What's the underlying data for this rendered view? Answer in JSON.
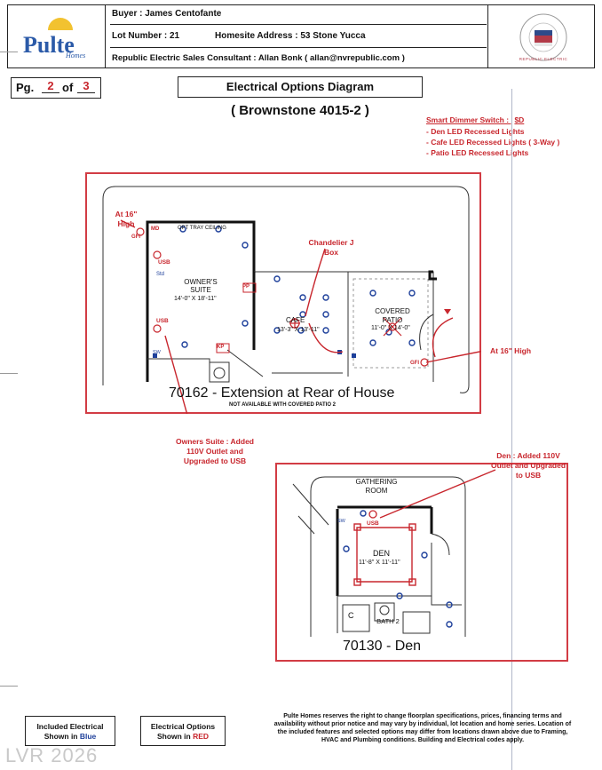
{
  "header": {
    "logo_text": "Pulte",
    "logo_sub": "Homes",
    "buyer": "Buyer : James Centofante",
    "lot_number": "Lot Number :  21",
    "homesite_address": "Homesite Address : 53 Stone Yucca",
    "consultant": "Republic Electric Sales Consultant : Allan Bonk  ( allan@nvrepublic.com )",
    "seal_text": "REPUBLIC ELECTRIC"
  },
  "page": {
    "pg_label": "Pg.",
    "pg_current": "2",
    "pg_of": "of",
    "pg_total": "3",
    "title": "Electrical Options Diagram",
    "subtitle": "( Brownstone 4015-2 )"
  },
  "notes": {
    "dimmer_title": "Smart Dimmer Switch :",
    "dimmer_symbol": "$D",
    "dimmer_items": [
      "- Den LED Recessed Lights",
      "- Cafe LED Recessed Lights ( 3-Way )",
      "- Patio LED Recessed Lights"
    ]
  },
  "plan1": {
    "caption": "70162 - Extension at Rear of House",
    "caption_note": "NOT AVAILABLE WITH COVERED PATIO 2",
    "at16_left": "At 16\" High",
    "at16_right": "At 16\" High",
    "chandelier": "Chandelier J Box",
    "owners_room": "OWNER'S SUITE",
    "owners_dim": "14'-0\" X 18'-11\"",
    "tray_ceiling": "OPT TRAY CEILING",
    "cafe_room": "CAFE",
    "cafe_dim": "13'-3\" X 13'-11\"",
    "patio_room": "COVERED PATIO",
    "patio_dim": "11'-0\" X 14'-0\"",
    "owners_note": "Owners Suite : Added 110V Outlet and Upgraded to USB",
    "usb1": "USB",
    "usb2": "USB",
    "gfi": "GFI",
    "gfi2": "GFI",
    "pp": "PP",
    "kp": "KP",
    "md": "MD",
    "sw": "SW",
    "std": "Std"
  },
  "plan2": {
    "caption": "70130 - Den",
    "gathering": "GATHERING ROOM",
    "den_room": "DEN",
    "den_dim": "11'-8\" X 11'-11\"",
    "bath": "BATH 2",
    "den_note": "Den : Added 110V Outlet and Upgraded to USB",
    "usb": "USB",
    "sw": "SW",
    "closet": "C"
  },
  "footer": {
    "included": "Included Electrical Shown in Blue",
    "options": "Electrical Options Shown in RED",
    "disclaimer": "Pulte Homes reserves the right to change floorplan specifications, prices, financing terms and availability without prior notice and may vary by individual, lot location and home series. Location of the included features and selected options may differ from locations drawn above due to Framing, HVAC and Plumbing conditions. Building and Electrical codes apply.",
    "watermark": "LVR 2026"
  }
}
